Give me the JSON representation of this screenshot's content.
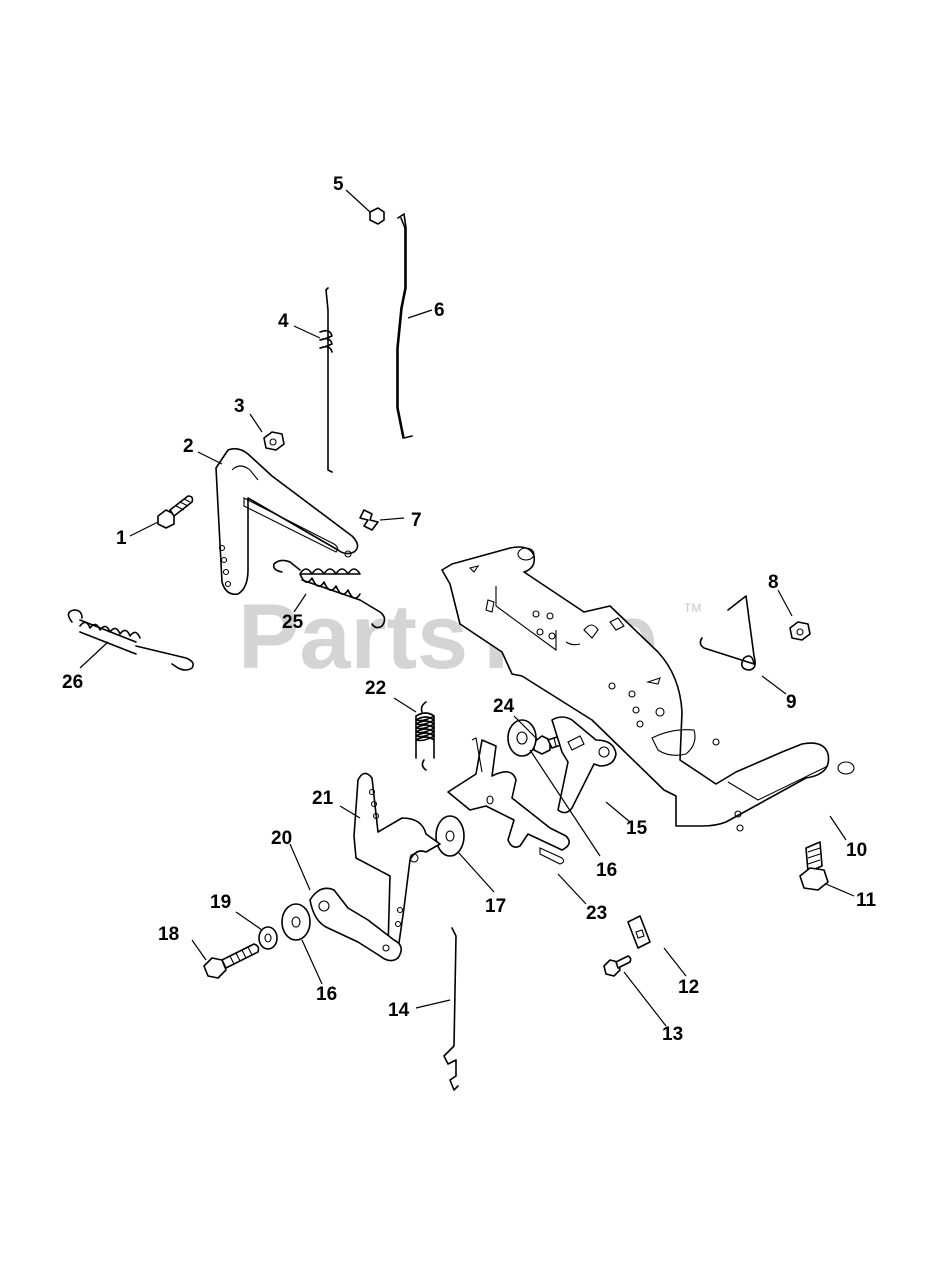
{
  "watermark": {
    "text": "PartsTree",
    "trademark": "TM"
  },
  "callouts": {
    "c1": "1",
    "c2": "2",
    "c3": "3",
    "c4": "4",
    "c5": "5",
    "c6": "6",
    "c7": "7",
    "c8": "8",
    "c9": "9",
    "c10": "10",
    "c11": "11",
    "c12": "12",
    "c13": "13",
    "c14": "14",
    "c15": "15",
    "c16a": "16",
    "c16b": "16",
    "c17": "17",
    "c18": "18",
    "c19": "19",
    "c20": "20",
    "c21": "21",
    "c22": "22",
    "c23": "23",
    "c24": "24",
    "c25": "25",
    "c26": "26"
  }
}
